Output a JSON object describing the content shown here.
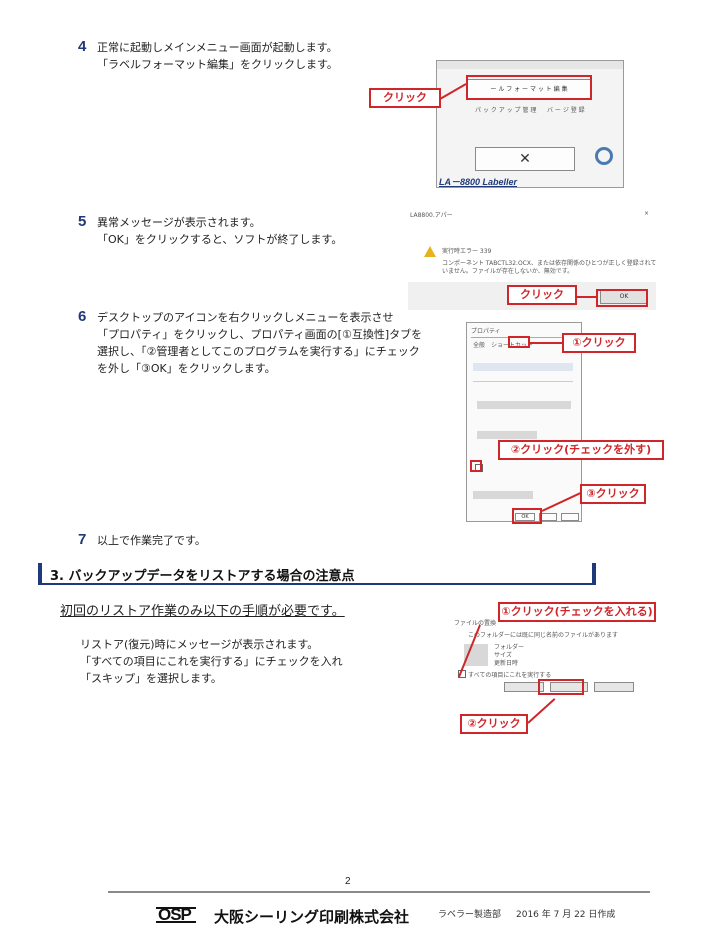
{
  "steps": [
    {
      "num": "4",
      "lines": [
        "正常に起動しメインメニュー画面が起動します。",
        "「ラベルフォーマット編集」をクリックします。"
      ]
    },
    {
      "num": "5",
      "lines": [
        "異常メッセージが表示されます。",
        "「OK」をクリックすると、ソフトが終了します。"
      ]
    },
    {
      "num": "6",
      "lines": [
        "デスクトップのアイコンを右クリックしメニューを表示させ",
        "「プロパティ」をクリックし、プロパティ画面の[①互換性]タブを",
        "選択し、「②管理者としてこのプログラムを実行する」にチェック",
        "を外し「③OK」をクリックします。"
      ]
    },
    {
      "num": "7",
      "lines": [
        "以上で作業完了です。"
      ]
    }
  ],
  "section": {
    "heading": "3. バックアップデータをリストアする場合の注意点"
  },
  "restore": {
    "subheading": "初回のリストア作業のみ以下の手順が必要です。",
    "lines": [
      "リストア(復元)時にメッセージが表示されます。",
      "「すべての項目にこれを実行する」にチェックを入れ",
      "「スキップ」を選択します。"
    ]
  },
  "callouts": {
    "s4_click": "クリック",
    "s5_click": "クリック",
    "s6_1": "①クリック",
    "s6_2": "②クリック(チェックを外す)",
    "s6_3": "③クリック",
    "r_1": "①クリック(チェックを入れる)",
    "r_2": "②クリック"
  },
  "screens": {
    "menu": {
      "logo": "LA－8800 Labeller",
      "close": "✕"
    },
    "error": {
      "title": "LA8800.アパー",
      "ok": "OK"
    },
    "props": {
      "ok": "OK"
    }
  },
  "footer": {
    "page": "2",
    "logo": "OSP",
    "company": "大阪シーリング印刷株式会社",
    "dept": "ラベラー製造部",
    "date": "2016 年 7 月 22 日作成"
  },
  "colors": {
    "accent": "#d0262a",
    "navy": "#1f3a7a"
  }
}
